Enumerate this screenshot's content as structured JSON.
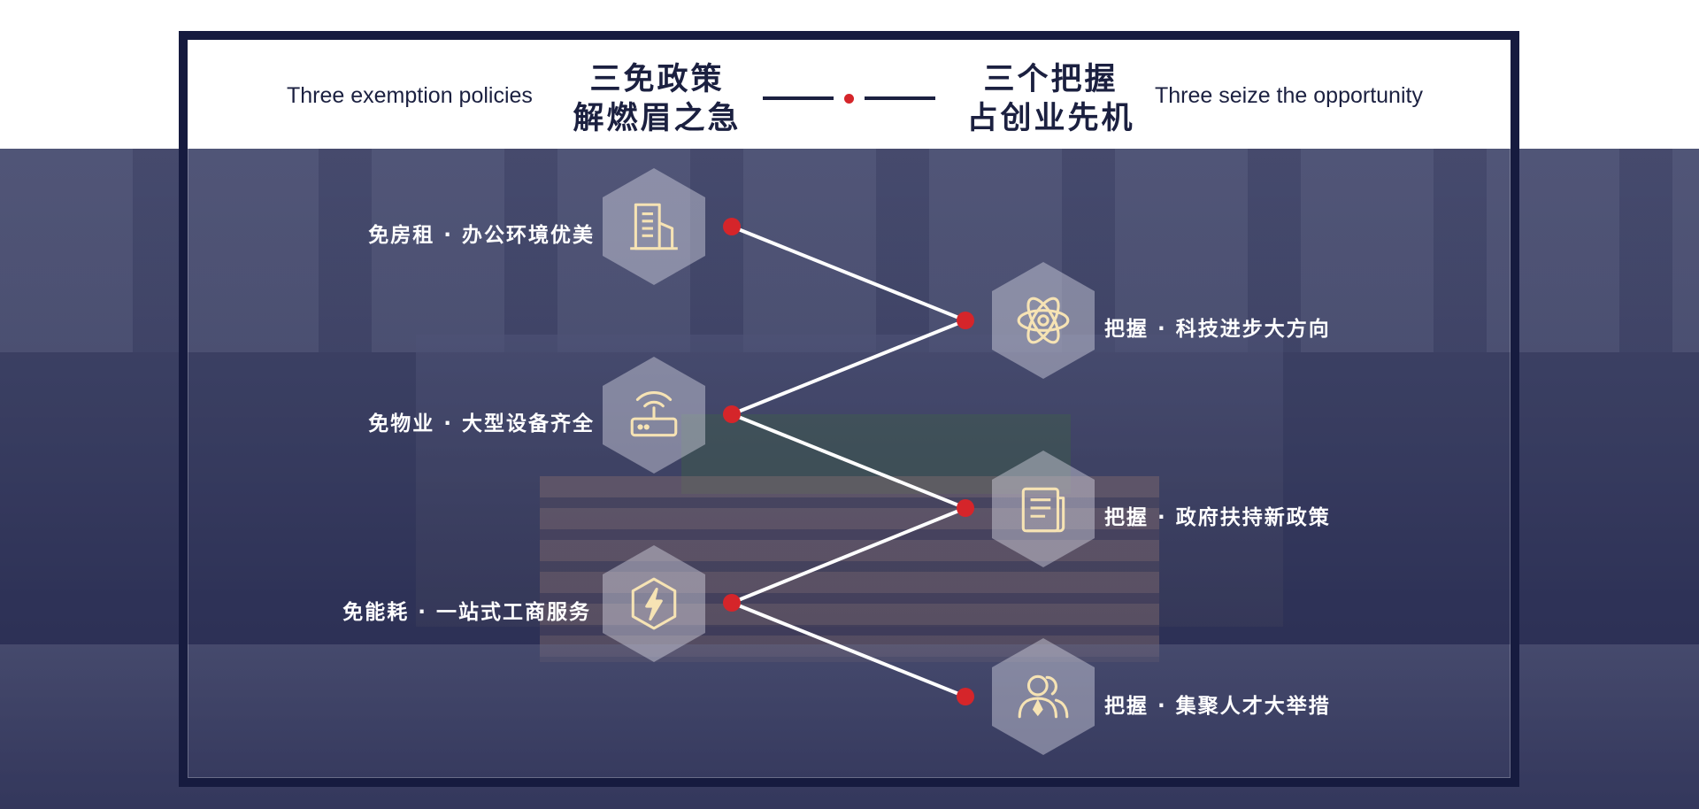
{
  "header": {
    "left_en": "Three exemption policies",
    "left_cn_line1": "三免政策",
    "left_cn_line2": "解燃眉之急",
    "right_cn_line1": "三个把握",
    "right_cn_line2": "占创业先机",
    "right_en": "Three seize the opportunity"
  },
  "left_items": [
    {
      "label": "免房租 · 办公环境优美",
      "icon": "building-icon"
    },
    {
      "label": "免物业 · 大型设备齐全",
      "icon": "router-icon"
    },
    {
      "label": "免能耗 · 一站式工商服务",
      "icon": "power-icon"
    }
  ],
  "right_items": [
    {
      "label": "把握 · 科技进步大方向",
      "icon": "atom-icon"
    },
    {
      "label": "把握 · 政府扶持新政策",
      "icon": "document-icon"
    },
    {
      "label": "把握 · 集聚人才大举措",
      "icon": "people-icon"
    }
  ],
  "colors": {
    "navy": "#161b3f",
    "red": "#d5252a",
    "icon": "#f6e3b4"
  }
}
